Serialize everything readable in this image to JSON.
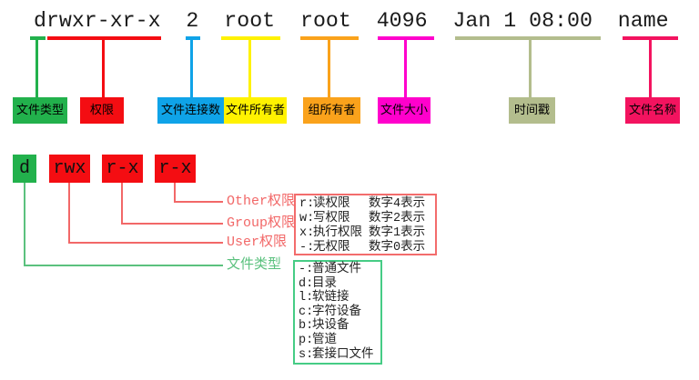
{
  "ls_line": "drwxr-xr-x  2  root  root  4096  Jan 1 08:00  name",
  "colors": {
    "green": "#22b14c",
    "red": "#f40d12",
    "blue": "#0fa3e8",
    "yellow": "#fff200",
    "orange": "#faa21b",
    "magenta": "#ff00cc",
    "khaki": "#b3bd8d",
    "deeppink": "#f3135f",
    "soft_red": "#f26868",
    "soft_green": "#5bc17e",
    "legend_red_border": "#f36c6c",
    "legend_green_border": "#46cc85"
  },
  "top_fields": [
    {
      "label": "文件类型"
    },
    {
      "label": "权限"
    },
    {
      "label": "文件连接数"
    },
    {
      "label": "文件所有者"
    },
    {
      "label": "组所有者"
    },
    {
      "label": "文件大小"
    },
    {
      "label": "时间戳"
    },
    {
      "label": "文件名称"
    }
  ],
  "perm_breakdown": {
    "segments": [
      "d",
      "rwx",
      "r-x",
      "r-x"
    ],
    "labels": [
      "Other权限",
      "Group权限",
      "User权限",
      "文件类型"
    ]
  },
  "perm_legend": {
    "rows": [
      {
        "key": "r:",
        "desc": "读权限",
        "num": "数字4表示"
      },
      {
        "key": "w:",
        "desc": "写权限",
        "num": "数字2表示"
      },
      {
        "key": "x:",
        "desc": "执行权限",
        "num": "数字1表示"
      },
      {
        "key": "-:",
        "desc": "无权限",
        "num": "数字0表示"
      }
    ]
  },
  "type_legend": {
    "rows": [
      {
        "key": "-:",
        "desc": "普通文件"
      },
      {
        "key": "d:",
        "desc": "目录"
      },
      {
        "key": "l:",
        "desc": "软链接"
      },
      {
        "key": "c:",
        "desc": "字符设备"
      },
      {
        "key": "b:",
        "desc": "块设备"
      },
      {
        "key": "p:",
        "desc": "管道"
      },
      {
        "key": "s:",
        "desc": "套接口文件"
      }
    ]
  }
}
